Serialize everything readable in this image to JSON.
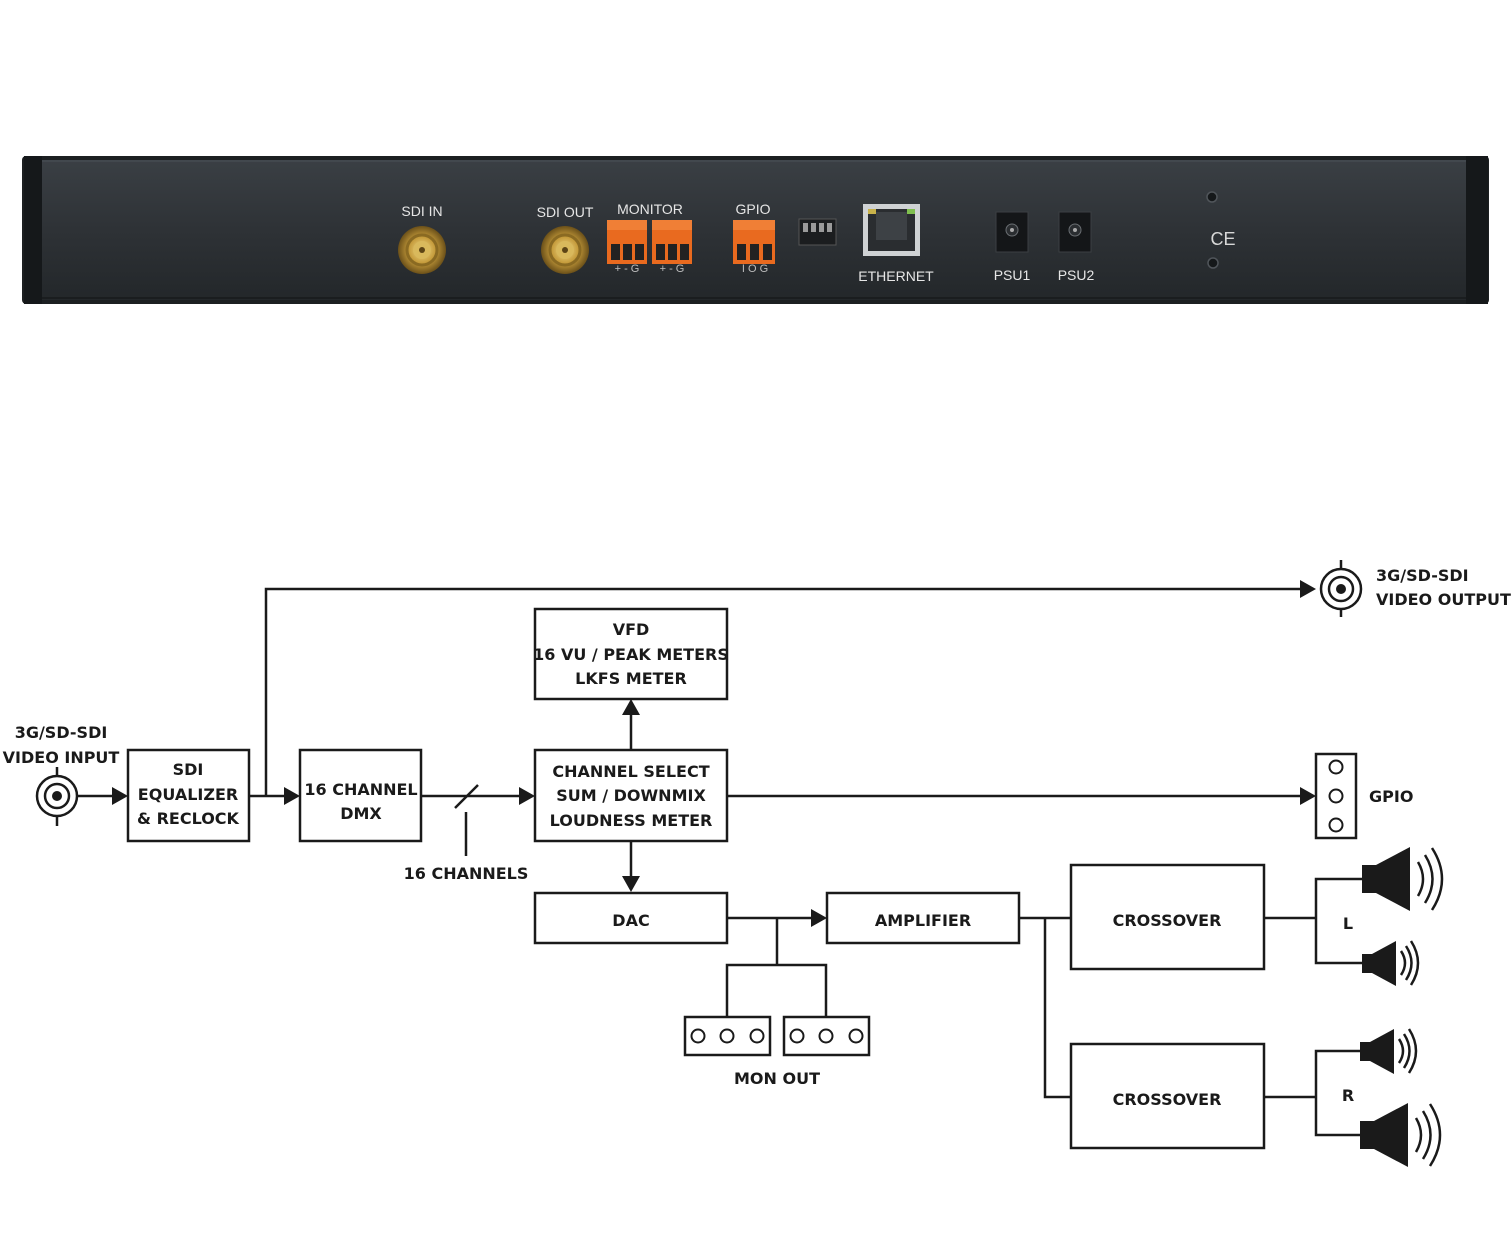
{
  "panel": {
    "sdi_in": "SDI IN",
    "sdi_out": "SDI OUT",
    "monitor": "MONITOR",
    "monitor_pins_1": "+ - G",
    "monitor_pins_2": "+ - G",
    "gpio": "GPIO",
    "gpio_pins": "I O G",
    "ethernet": "ETHERNET",
    "psu1": "PSU1",
    "psu2": "PSU2",
    "ce_mark": "CE"
  },
  "diagram": {
    "video_input": [
      "3G/SD-SDI",
      "VIDEO INPUT"
    ],
    "video_output": [
      "3G/SD-SDI",
      "VIDEO OUTPUT"
    ],
    "sdi_eq": [
      "SDI",
      "EQUALIZER",
      "& RECLOCK"
    ],
    "dmx": [
      "16 CHANNEL",
      "DMX"
    ],
    "channels_label": "16 CHANNELS",
    "vfd": [
      "VFD",
      "16 VU / PEAK METERS",
      "LKFS METER"
    ],
    "channel_select": [
      "CHANNEL SELECT",
      "SUM / DOWNMIX",
      "LOUDNESS METER"
    ],
    "gpio": "GPIO",
    "dac": "DAC",
    "amplifier": "AMPLIFIER",
    "crossover_top": "CROSSOVER",
    "crossover_bottom": "CROSSOVER",
    "mon_out": "MON OUT",
    "left": "L",
    "right": "R"
  }
}
